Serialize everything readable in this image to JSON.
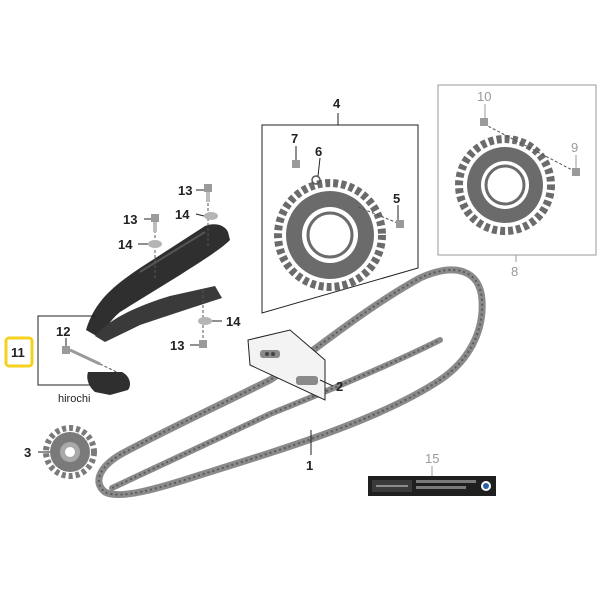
{
  "callouts": {
    "c1": "1",
    "c2": "2",
    "c3": "3",
    "c4": "4",
    "c5": "5",
    "c6": "6",
    "c7": "7",
    "c8": "8",
    "c9": "9",
    "c10": "10",
    "c11": "11",
    "c12": "12",
    "c13a": "13",
    "c13b": "13",
    "c13c": "13",
    "c14a": "14",
    "c14b": "14",
    "c14c": "14",
    "c15": "15"
  },
  "watermark": "hirochi",
  "colors": {
    "highlight": "#f5d21e",
    "chain": "#8a8a8a",
    "sprocket": "#6b6b6b",
    "guide": "#2f2f2f",
    "grey_callout": "#9a9a9a"
  }
}
